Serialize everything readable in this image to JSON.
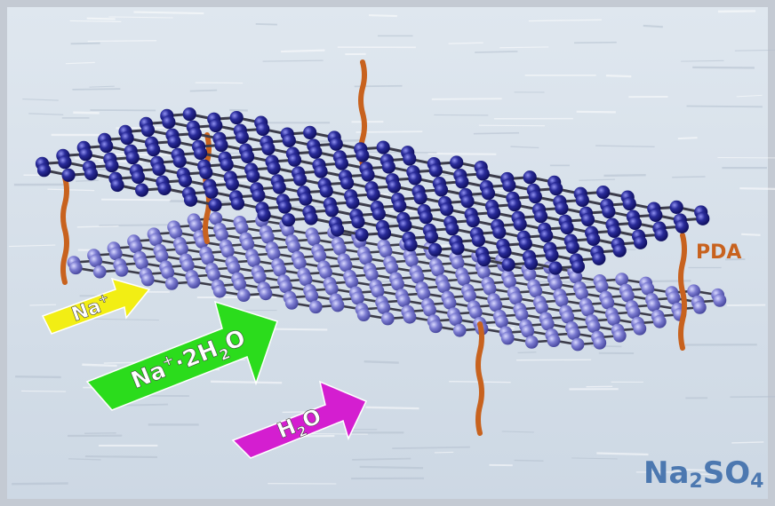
{
  "labels": {
    "pda": "PDA",
    "salt": {
      "base": "Na",
      "sub1": "2",
      "mid": "SO",
      "sub2": "4"
    },
    "arrow_na": {
      "base": "Na",
      "sup": "+"
    },
    "arrow_hydrated": {
      "base": "Na",
      "sup": "+",
      "mid": "·2H",
      "sub": "2",
      "end": "O"
    },
    "arrow_water": {
      "base": "H",
      "sub": "2",
      "end": "O"
    }
  },
  "colors": {
    "background": "#d6dfe9",
    "frame": "#c4cad3",
    "top_sheet_atom": "#2a2c9a",
    "bottom_sheet_atom": "#7a7ad0",
    "bond": "#3c3c4a",
    "pda_linker": "#c8621e",
    "pda_text": "#c8621e",
    "salt_text": "#4c78b0",
    "arrow_na": "#f2ee14",
    "arrow_hydrated": "#2bdc1c",
    "arrow_water": "#d41ed0",
    "arrow_text": "#ffffff"
  },
  "icons": {
    "top_sheet": "graphene-sheet-icon",
    "bottom_sheet": "graphene-sheet-icon",
    "linker": "pda-linker-icon",
    "arrow": "flow-arrow-icon"
  }
}
